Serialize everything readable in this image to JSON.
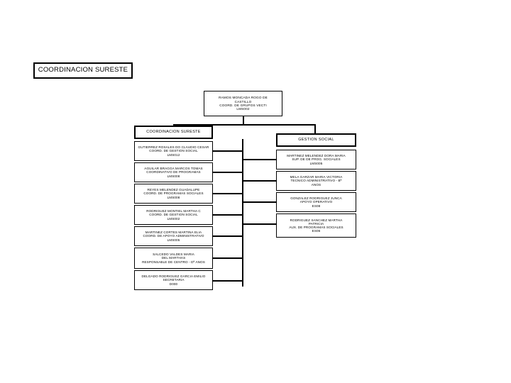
{
  "page": {
    "title_box": {
      "label": "COORDINACION SURESTE"
    },
    "root_box": {
      "lines": [
        "RAMOS MONCADA ROGO DE",
        "CASTILLO",
        "COORD. DE GRUPOS VECTI",
        "LMS002"
      ]
    },
    "columns": [
      {
        "name": "coordinacion-sureste",
        "header": "COORDINACION SURESTE",
        "people": [
          {
            "lines": [
              "GUTIERREZ ROSALES DO CLAUDIO CESAR",
              "COORD. DE GESTION SOCIAL",
              "LMS012"
            ]
          },
          {
            "lines": [
              "AGUILAR BRAGGA MARCOS TOMAS",
              "COORDINATIVO DE PROGRAMAS",
              "LMS008"
            ]
          },
          {
            "lines": [
              "REYES MELENDEZ GUADALUPE",
              "COORD. DE PROGRAMAS SOCIALES",
              "LMS008"
            ]
          },
          {
            "lines": [
              "RODRIGUEZ MONTIEL MARTHA C",
              "COORD. DE GESTION SOCIAL",
              "LMS002"
            ]
          },
          {
            "lines": [
              "MARTINEZ CORTES MARTINA ELIA",
              "COORD. DE APOYO ADMINISTRATIVO",
              "LMS005"
            ]
          },
          {
            "lines": [
              "SALCEDO VALDES MARIA",
              "DEL MARTHAS",
              "RESPONSABLE DE CENTRO - Dª ANOS"
            ]
          },
          {
            "lines": [
              "DELGADO RODRIGUEZ GARCIA EMILIO",
              "SECRETARIA",
              "D000"
            ]
          }
        ]
      },
      {
        "name": "gestion-social",
        "header": "GESTION SOCIAL",
        "people": [
          {
            "lines": [
              "MARTINEZ MELENDEZ DORA MARIA",
              "SUP. DE DE PROG. SOCIALES",
              "LMS005"
            ]
          },
          {
            "lines": [
              "MELA GARZAR MARIA VICTORIA",
              "TECNICO ADMINISTRATIVO - Bª",
              "ANOS"
            ]
          },
          {
            "lines": [
              "GONZALEZ RODRIGUEZ JUNCA",
              "APOYO OPERATIVO",
              "ES08"
            ]
          },
          {
            "lines": [
              "RODRIGUEZ SANCHEZ MARTHA",
              "PATRICIA",
              "AUX. DE PROGRAMAS SOCIALES",
              "ES06"
            ]
          }
        ]
      }
    ],
    "colors": {
      "background": "#ffffff",
      "line": "#000000",
      "text": "#000000"
    }
  }
}
